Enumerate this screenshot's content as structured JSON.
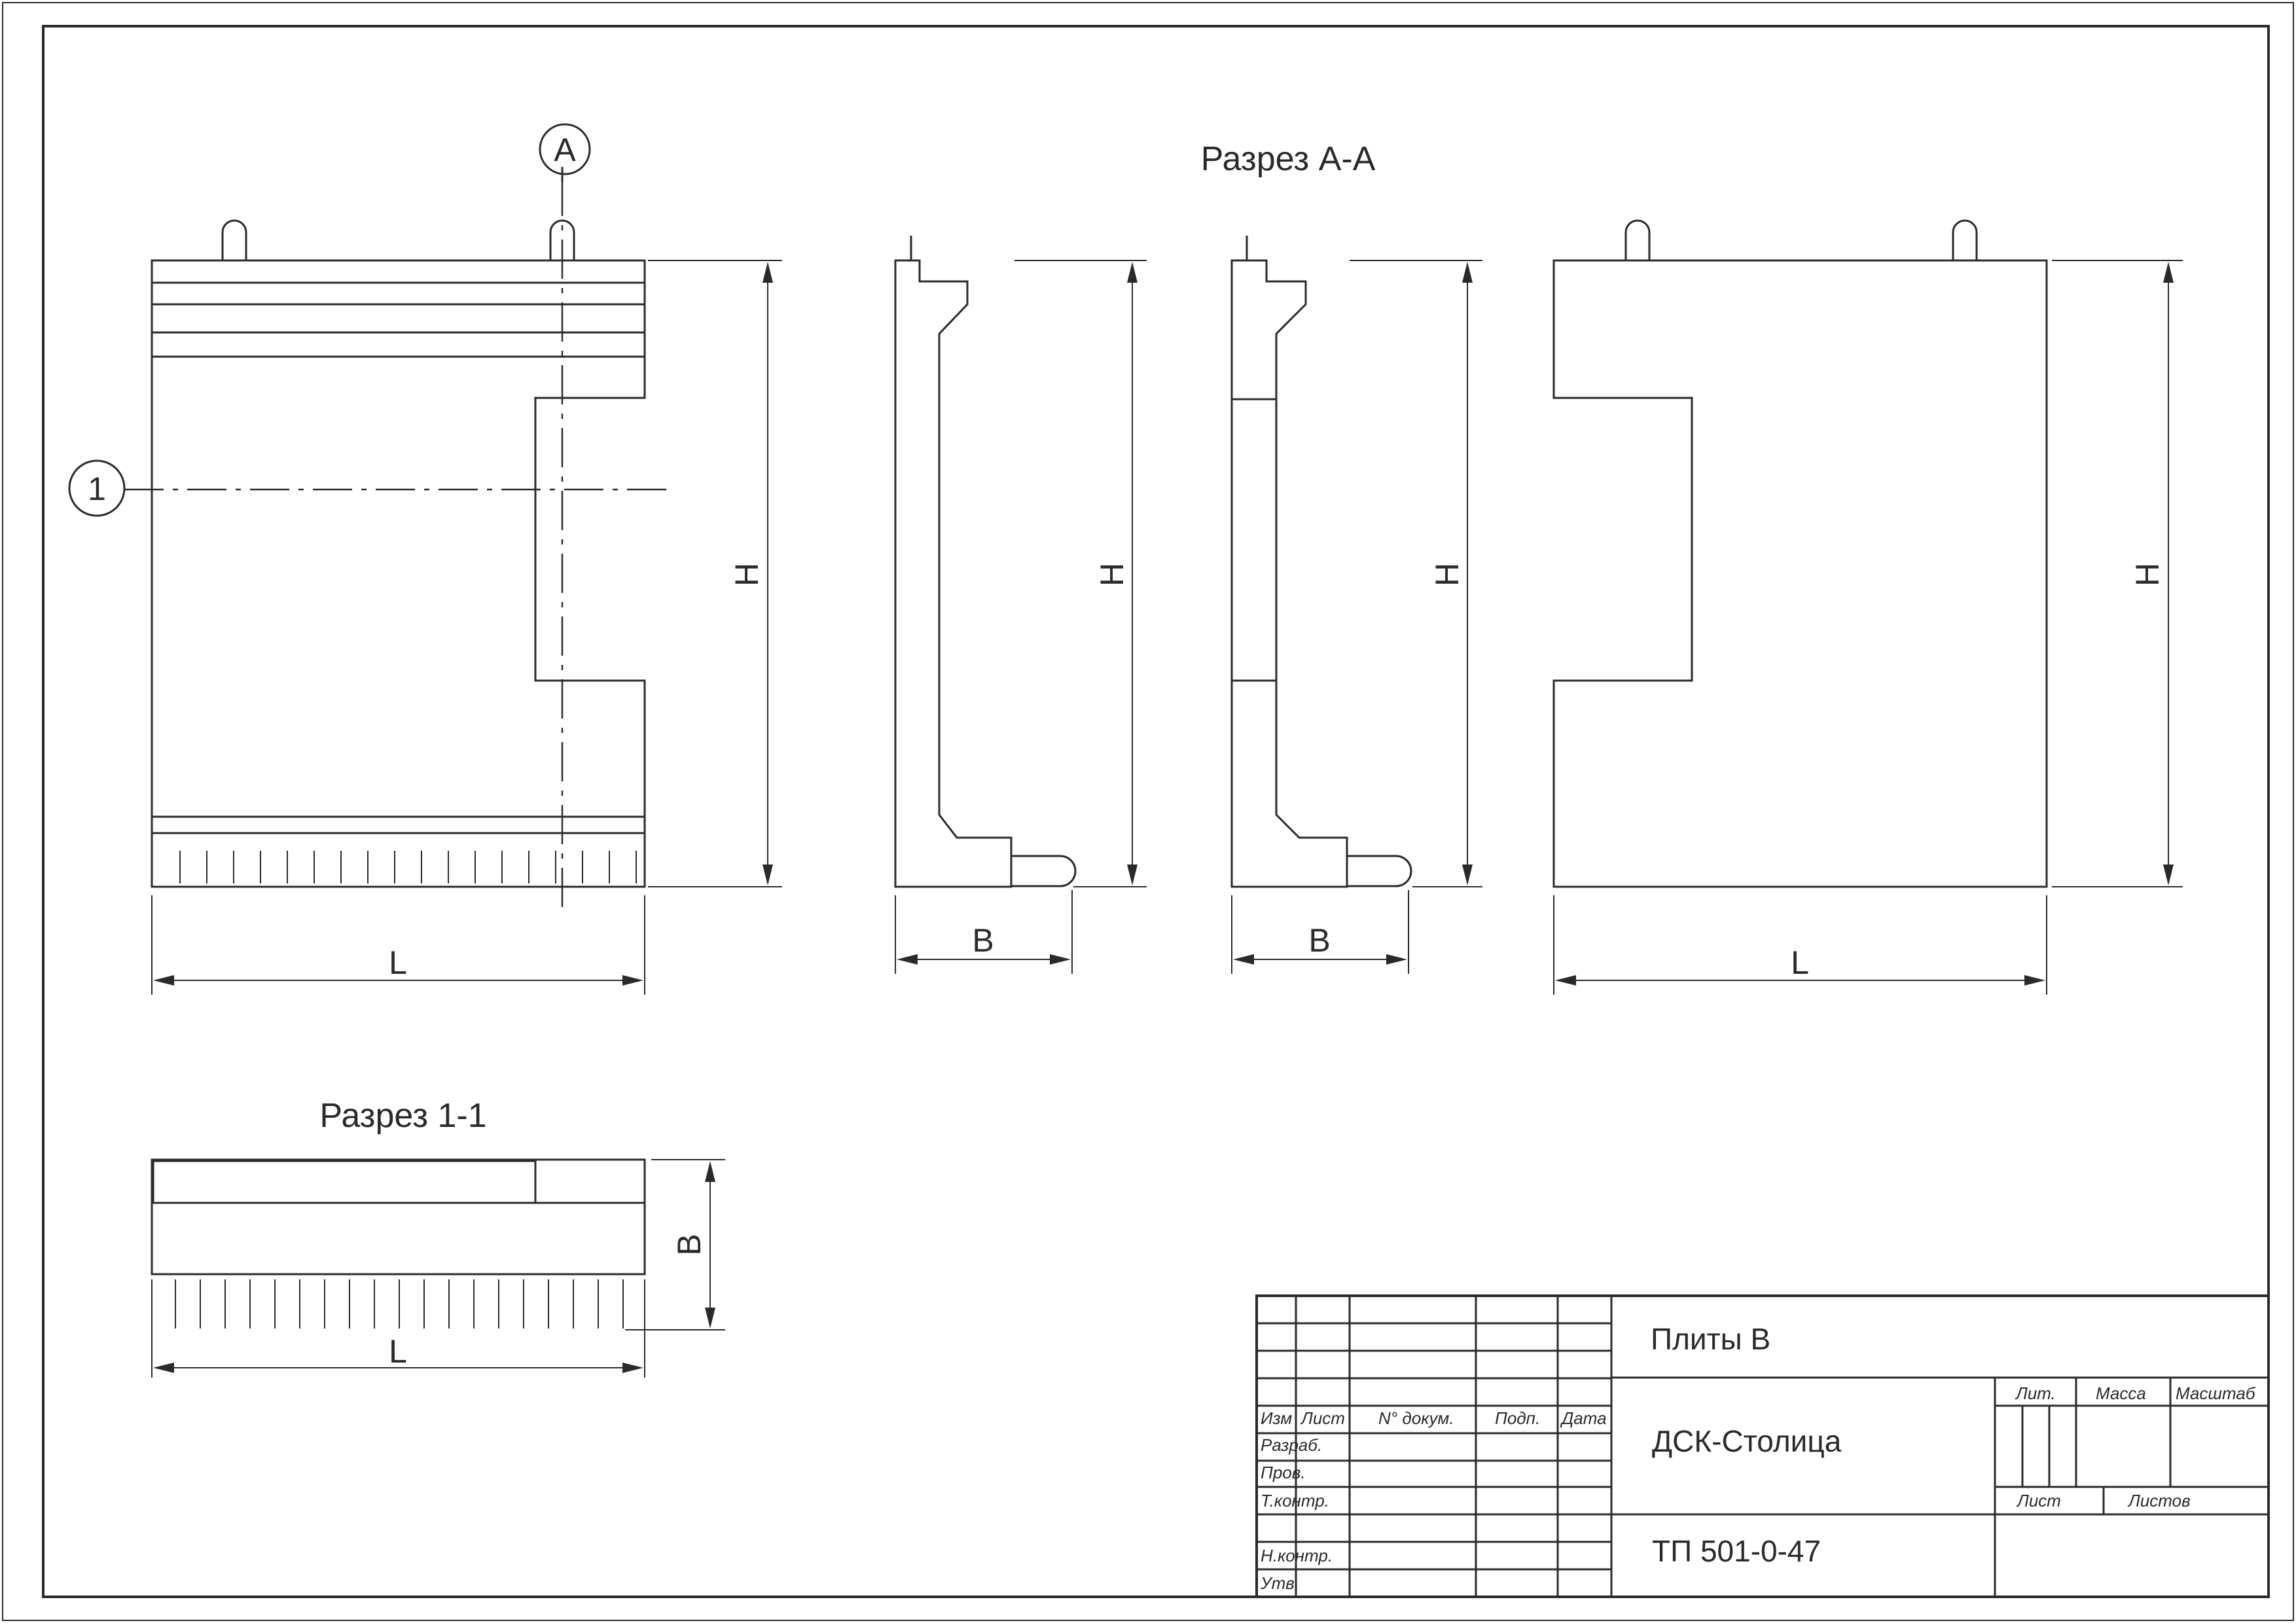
{
  "section_aa_title": "Разрез А-А",
  "section_11_title": "Разрез 1-1",
  "marks": {
    "section_marker": "А",
    "axis_marker": "1"
  },
  "dimensions": {
    "height": "H",
    "length": "L",
    "width": "B"
  },
  "title_block": {
    "columns": [
      "Изм",
      "Лист",
      "N° докум.",
      "Подп.",
      "Дата"
    ],
    "rows": [
      "Разраб.",
      "Пров.",
      "Т.контр.",
      "Н.контр.",
      "Утв."
    ],
    "name": "Плиты В",
    "organization": "ДСК-Столица",
    "code": "ТП 501-0-47",
    "lit": "Лит.",
    "mass": "Масса",
    "scale": "Масштаб",
    "sheet": "Лист",
    "sheets": "Листов"
  }
}
